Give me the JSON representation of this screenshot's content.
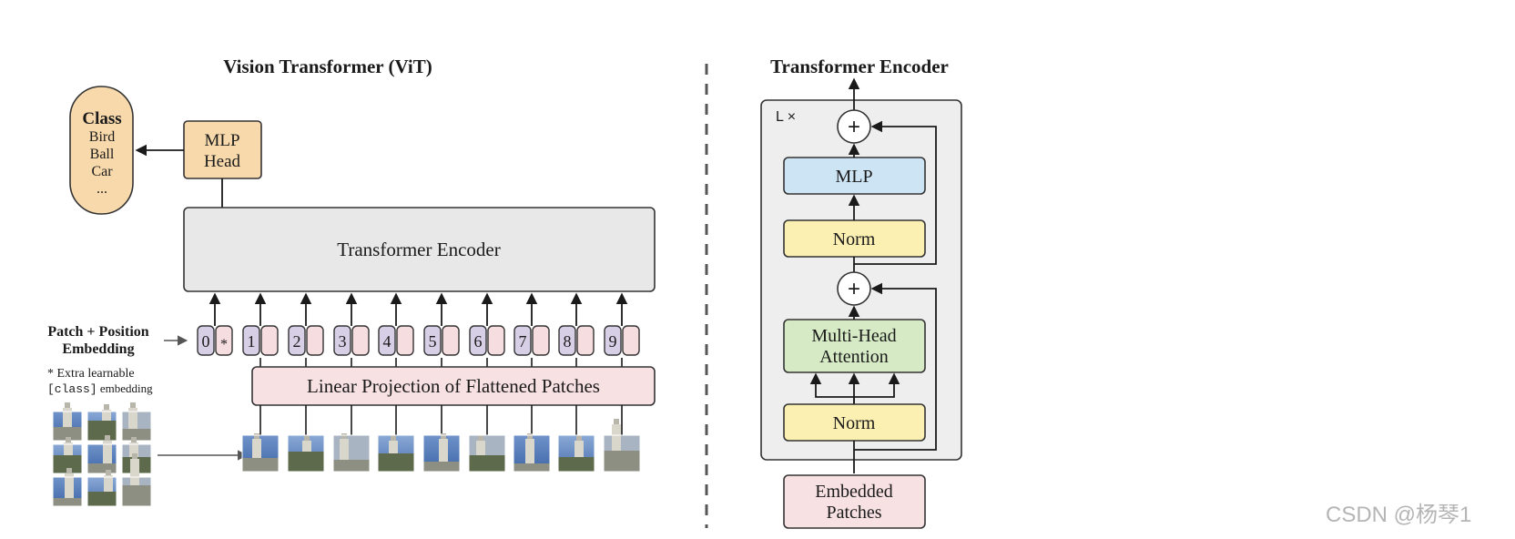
{
  "vit": {
    "title": "Vision Transformer (ViT)",
    "class_box": {
      "heading": "Class",
      "items": [
        "Bird",
        "Ball",
        "Car",
        "..."
      ]
    },
    "mlp_head": [
      "MLP",
      "Head"
    ],
    "encoder_label": "Transformer Encoder",
    "embedding_label": [
      "Patch + Position",
      "Embedding"
    ],
    "extra_note": [
      "* Extra learnable",
      "[class]",
      " embedding"
    ],
    "tokens": [
      "0",
      "1",
      "2",
      "3",
      "4",
      "5",
      "6",
      "7",
      "8",
      "9"
    ],
    "class_token_mark": "*",
    "projection_label": "Linear Projection of Flattened Patches"
  },
  "encoder": {
    "title": "Transformer Encoder",
    "repeat_label": "L ×",
    "plus_symbol": "+",
    "mlp_label": "MLP",
    "norm_label": "Norm",
    "attention_label": [
      "Multi-Head",
      "Attention"
    ],
    "input_label": [
      "Embedded",
      "Patches"
    ]
  },
  "watermark": "CSDN @杨琴1",
  "colors": {
    "class_fill": "#f8d9ab",
    "mlp_head_fill": "#f8d9ab",
    "encoder_fill": "#e8e8e8",
    "token_pos_fill": "#d7cfe6",
    "token_patch_fill": "#f5dde0",
    "projection_fill": "#f7e1e3",
    "block_bg": "#eeeeee",
    "mlp_fill": "#cde4f4",
    "norm_fill": "#fbefb1",
    "attention_fill": "#d5eac5",
    "embedded_fill": "#f7e1e3"
  }
}
